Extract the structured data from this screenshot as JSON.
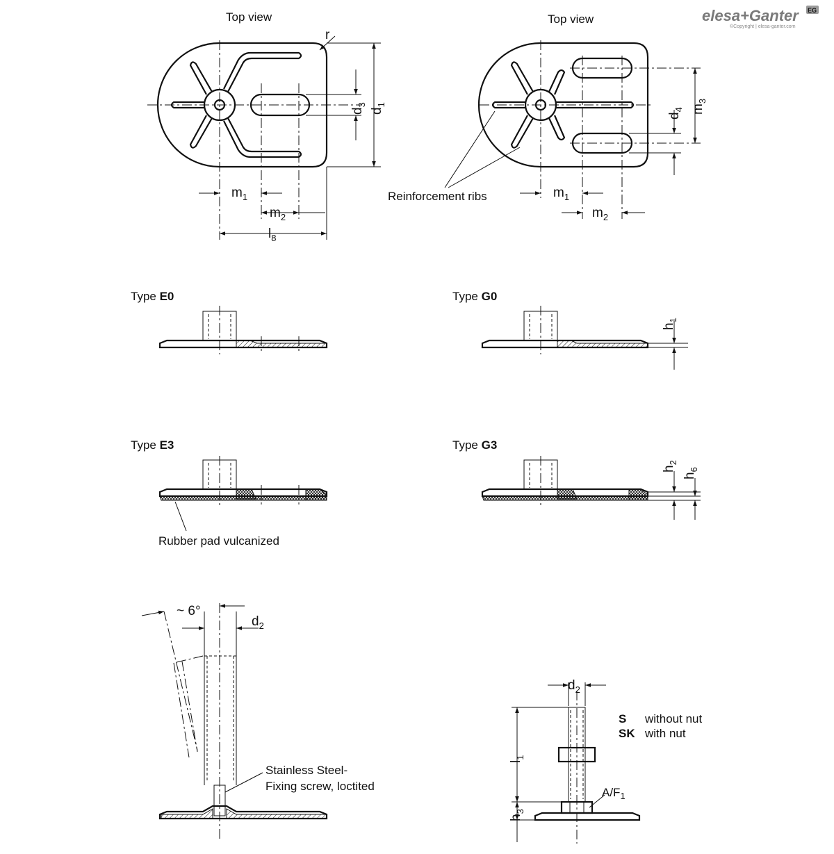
{
  "brand": {
    "name": "elesa+Ganter",
    "badge": "EG",
    "copyright": "©Copyright | elesa-ganter.com"
  },
  "labels": {
    "top_view_left": "Top view",
    "top_view_right": "Top view",
    "reinforcement_ribs": "Reinforcement ribs",
    "rubber_pad": "Rubber pad vulcanized",
    "fixing_screw_line1": "Stainless Steel-",
    "fixing_screw_line2": "Fixing screw, loctited",
    "angle": "~ 6°"
  },
  "types": {
    "e0_prefix": "Type ",
    "e0_code": "E0",
    "g0_prefix": "Type ",
    "g0_code": "G0",
    "e3_prefix": "Type ",
    "e3_code": "E3",
    "g3_prefix": "Type ",
    "g3_code": "G3"
  },
  "dimensions": {
    "r": "r",
    "d": "d",
    "d1": "1",
    "d2": "2",
    "d3": "3",
    "d4": "4",
    "m": "m",
    "m1": "1",
    "m2": "2",
    "m3": "3",
    "l": "l",
    "l1": "1",
    "l8": "8",
    "h": "h",
    "h1": "1",
    "h2": "2",
    "h3": "3",
    "h6": "6",
    "af": "A/F",
    "af1": "1"
  },
  "variants": [
    {
      "code": "S",
      "description": "without nut"
    },
    {
      "code": "SK",
      "description": "with nut"
    }
  ]
}
